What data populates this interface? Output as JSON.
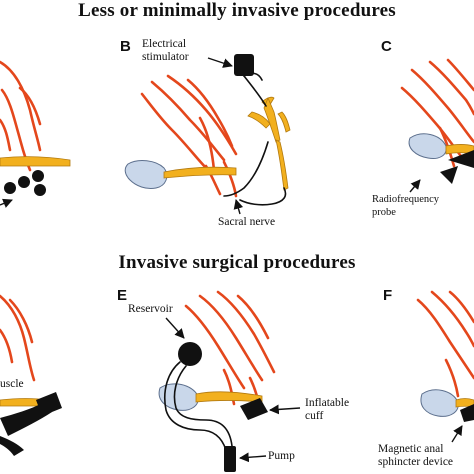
{
  "headings": {
    "top": "Less or minimally invasive procedures",
    "bottom": "Invasive surgical procedures"
  },
  "panels": {
    "B": {
      "letter": "B",
      "device_label": "Electrical stimulator",
      "nerve_label": "Sacral nerve"
    },
    "C": {
      "letter": "C",
      "device_label": "Radiofrequency probe"
    },
    "D": {
      "muscle_label": "uscle"
    },
    "E": {
      "letter": "E",
      "reservoir_label": "Reservoir",
      "cuff_label": "Inflatable cuff",
      "pump_label": "Pump"
    },
    "F": {
      "letter": "F",
      "device_label": "Magnetic anal sphincter device"
    }
  },
  "colors": {
    "vessel": "#e4471c",
    "nerve": "#f2b01e",
    "bladder": "#c9d7ea",
    "device": "#111111"
  }
}
